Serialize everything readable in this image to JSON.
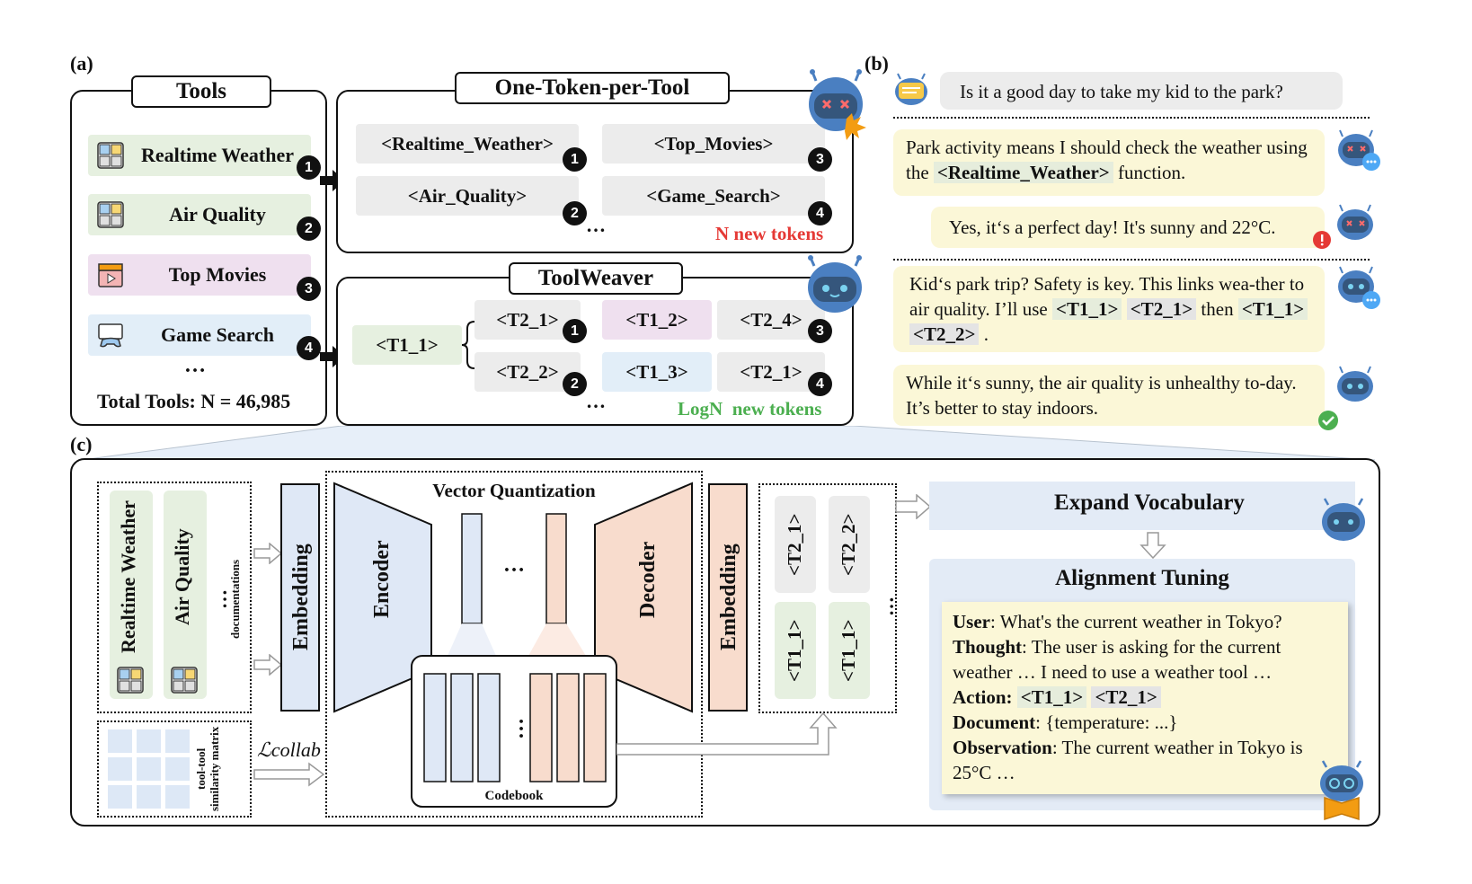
{
  "panel_labels": {
    "a": "(a)",
    "b": "(b)",
    "c": "(c)"
  },
  "panel_a": {
    "tools_title": "Tools",
    "tools": [
      {
        "name": "Realtime Weather",
        "num": "1",
        "color": "#e6f0e0"
      },
      {
        "name": "Air Quality",
        "num": "2",
        "color": "#e6f0e0"
      },
      {
        "name": "Top Movies",
        "num": "3",
        "color": "#efe0ef"
      },
      {
        "name": "Game Search",
        "num": "4",
        "color": "#e2eef8"
      }
    ],
    "ellipsis": "…",
    "total_tools": "Total Tools: N = 46,985",
    "one_token_title": "One-Token-per-Tool",
    "one_token_tokens": [
      {
        "label": "<Realtime_Weather>",
        "num": "1"
      },
      {
        "label": "<Top_Movies>",
        "num": "3"
      },
      {
        "label": "<Air_Quality>",
        "num": "2"
      },
      {
        "label": "<Game_Search>",
        "num": "4"
      }
    ],
    "n_new_tokens": "N new tokens",
    "toolweaver_title": "ToolWeaver",
    "t1_root": "<T1_1>",
    "tw_tokens": [
      {
        "label": "<T2_1>",
        "num": "1"
      },
      {
        "label": "<T1_2>"
      },
      {
        "label": "<T2_4>",
        "num": "3"
      },
      {
        "label": "<T2_2>",
        "num": "2"
      },
      {
        "label": "<T1_3>"
      },
      {
        "label": "<T2_1>",
        "num": "4"
      }
    ],
    "logn_label": "LogN",
    "logn_new_tokens": "new tokens"
  },
  "panel_b": {
    "user_question": "Is it a good day to take my kid to the park?",
    "reply1_pre": "Park activity means I should check the weather using the ",
    "reply1_token": "<Realtime_Weather>",
    "reply1_post": " function.",
    "reply2": "Yes, it‘s a perfect day! It's sunny and 22°C.",
    "reply3_pre": "Kid‘s park trip? Safety is key. This links wea-ther to air quality. I’ll use ",
    "reply3_tok1": "<T1_1>",
    "reply3_tok2": "<T2_1>",
    "reply3_then": " then ",
    "reply3_tok3": "<T1_1>",
    "reply3_tok4": "<T2_2>",
    "reply3_end": " .",
    "reply4": "While it‘s sunny, the air quality is unhealthy to-day. It’s better to stay indoors."
  },
  "panel_c": {
    "doc_tool1": "Realtime Weather",
    "doc_tool2": "Air Quality",
    "doc_dots": "…",
    "documentations": "documentations",
    "similarity_matrix": "tool-tool similarity matrix",
    "collab_loss": "ℒcollab",
    "embedding_left": "Embedding",
    "vq_title": "Vector Quantization",
    "encoder": "Encoder",
    "decoder": "Decoder",
    "codebook": "Codebook",
    "vq_dots": "…",
    "embedding_right": "Embedding",
    "out_tokens": [
      "<T2_1>",
      "<T2_2>",
      "<T1_1>",
      "<T1_1>"
    ],
    "out_dots": "…",
    "expand_vocab": "Expand Vocabulary",
    "alignment_title": "Alignment Tuning",
    "align_user_k": "User",
    "align_user_v": ": What's the current weather in Tokyo?",
    "align_thought_k": "Thought",
    "align_thought_v": ": The user is asking for the current weather … I need to use a weather tool …",
    "align_action_k": "Action: ",
    "align_action_t1": "<T1_1>",
    "align_action_t2": "<T2_1>",
    "align_doc_k": "Document",
    "align_doc_v": ": {temperature: ...}",
    "align_obs_k": "Observation",
    "align_obs_v": ": The current weather in Tokyo is 25°C …"
  },
  "colors": {
    "blue_fill": "#dfe8f6",
    "salmon_fill": "#f8dccd",
    "green_fill": "#e6f0e0",
    "yellow_fill": "#fbf7d7",
    "red_text": "#e53935",
    "green_text": "#4caf50",
    "robot_blue": "#4a7fc1"
  }
}
